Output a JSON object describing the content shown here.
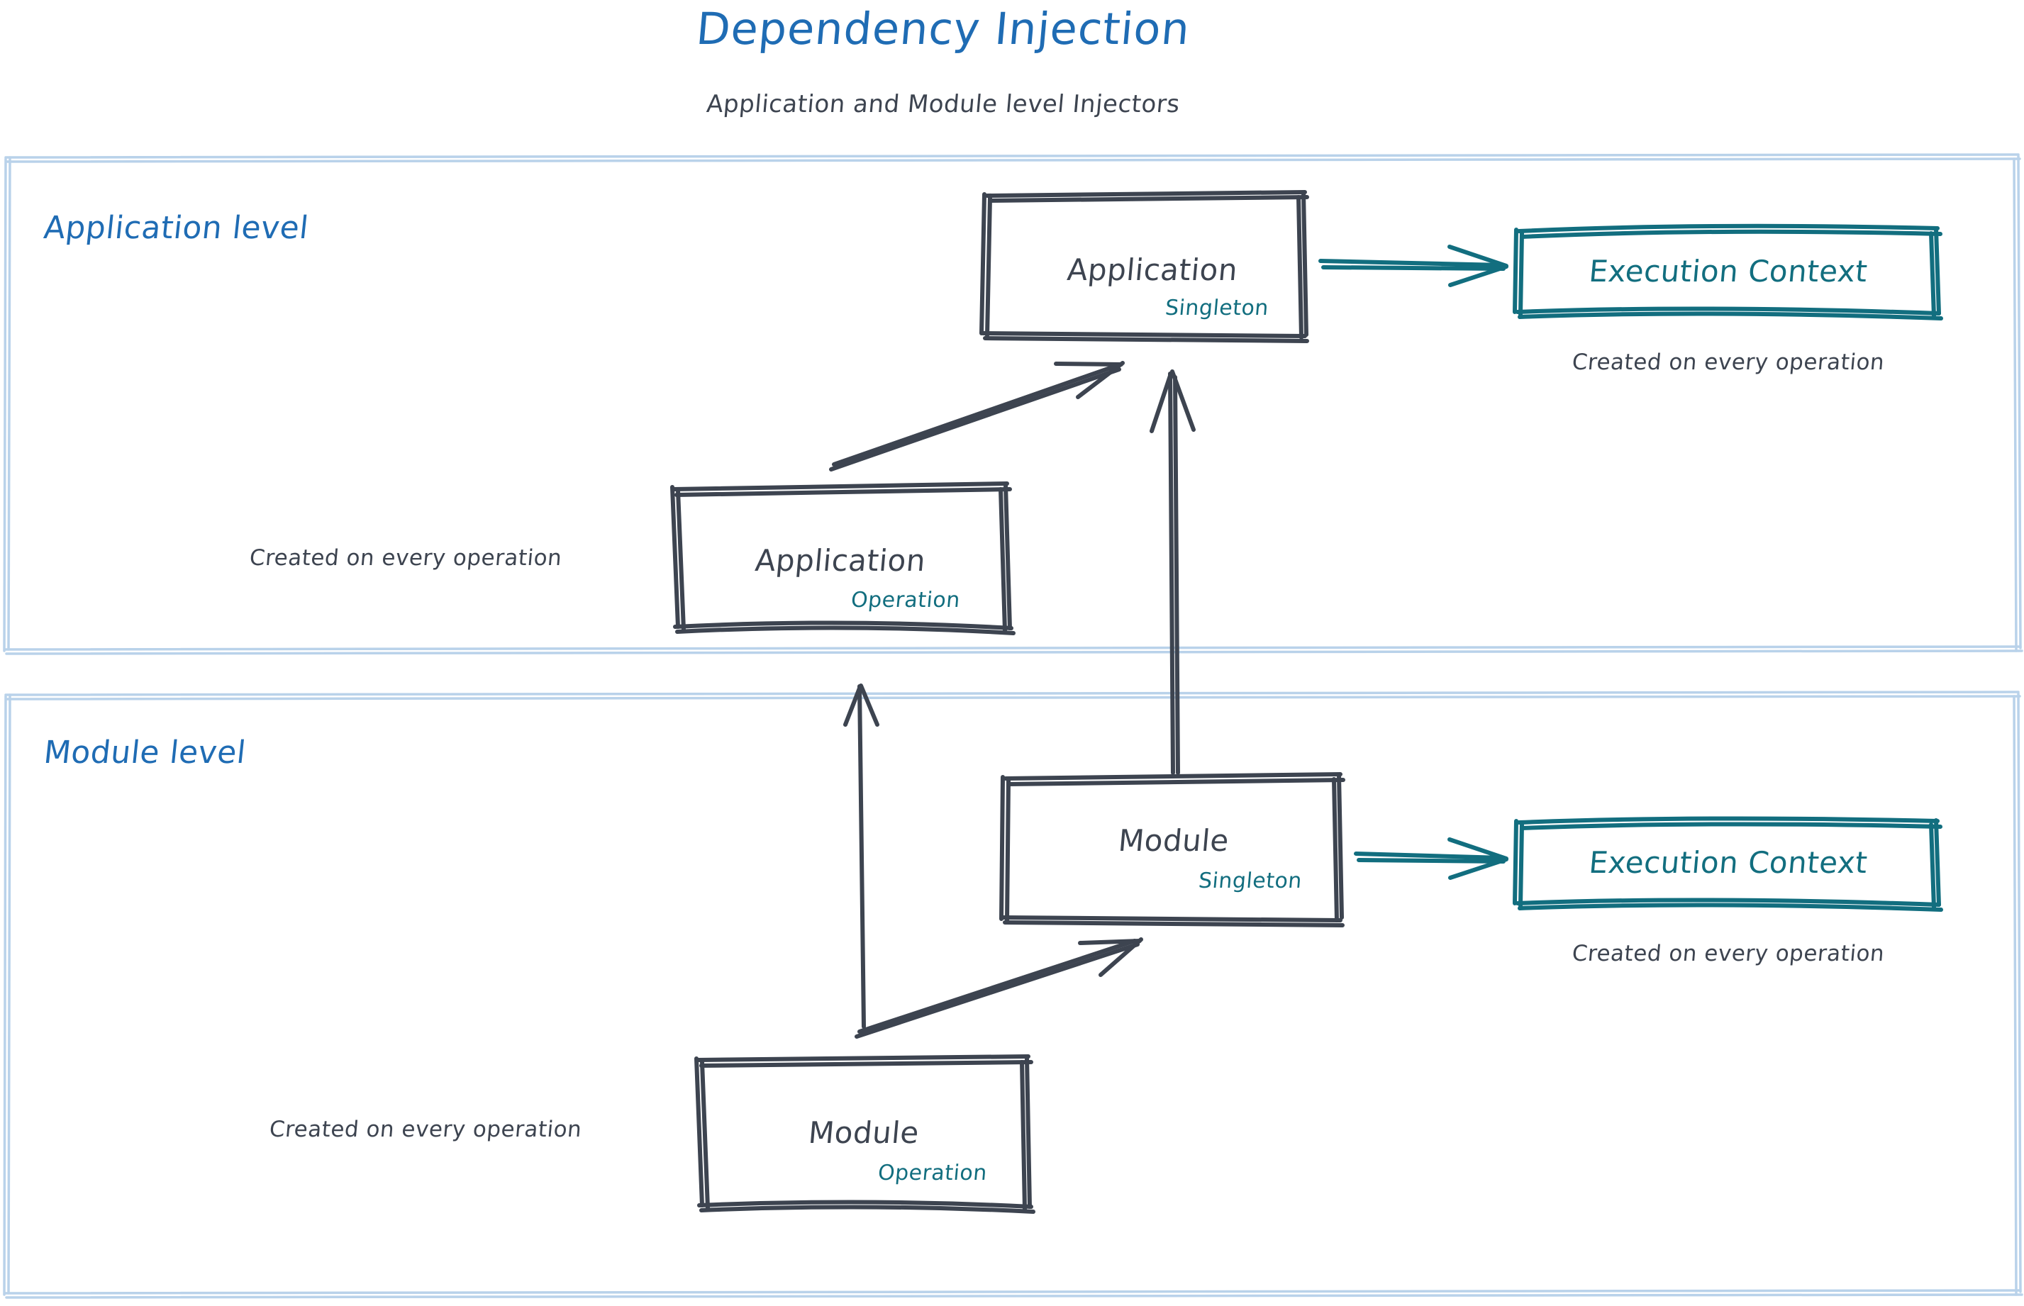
{
  "header": {
    "title": "Dependency Injection",
    "subtitle": "Application and Module level Injectors",
    "title_color": "#1f6cb4",
    "subtitle_color": "#3d4450"
  },
  "colors": {
    "accent_blue": "#1f6cb4",
    "container_border": "#b9d2ea",
    "sketch_dark": "#3d4450",
    "teal": "#126e7f"
  },
  "containers": [
    {
      "id": "application-level",
      "label": "Application level"
    },
    {
      "id": "module-level",
      "label": "Module level"
    }
  ],
  "application_level": {
    "label": "Application level",
    "singleton_box": {
      "title": "Application",
      "scope": "Singleton"
    },
    "operation_box": {
      "title": "Application",
      "scope": "Operation"
    },
    "operation_note": "Created on every operation",
    "execution_context": {
      "title": "Execution Context",
      "note": "Created on every operation"
    }
  },
  "module_level": {
    "label": "Module level",
    "singleton_box": {
      "title": "Module",
      "scope": "Singleton"
    },
    "operation_box": {
      "title": "Module",
      "scope": "Operation"
    },
    "operation_note": "Created on every operation",
    "execution_context": {
      "title": "Execution Context",
      "note": "Created on every operation"
    }
  },
  "arrows": [
    {
      "id": "app-operation-to-app-singleton",
      "style": "sketch-dark"
    },
    {
      "id": "app-singleton-to-execution-context",
      "style": "teal"
    },
    {
      "id": "module-singleton-to-app-singleton",
      "style": "sketch-dark"
    },
    {
      "id": "module-operation-to-app-operation",
      "style": "sketch-dark"
    },
    {
      "id": "module-operation-to-module-singleton",
      "style": "sketch-dark"
    },
    {
      "id": "module-singleton-to-execution-context",
      "style": "teal"
    }
  ]
}
